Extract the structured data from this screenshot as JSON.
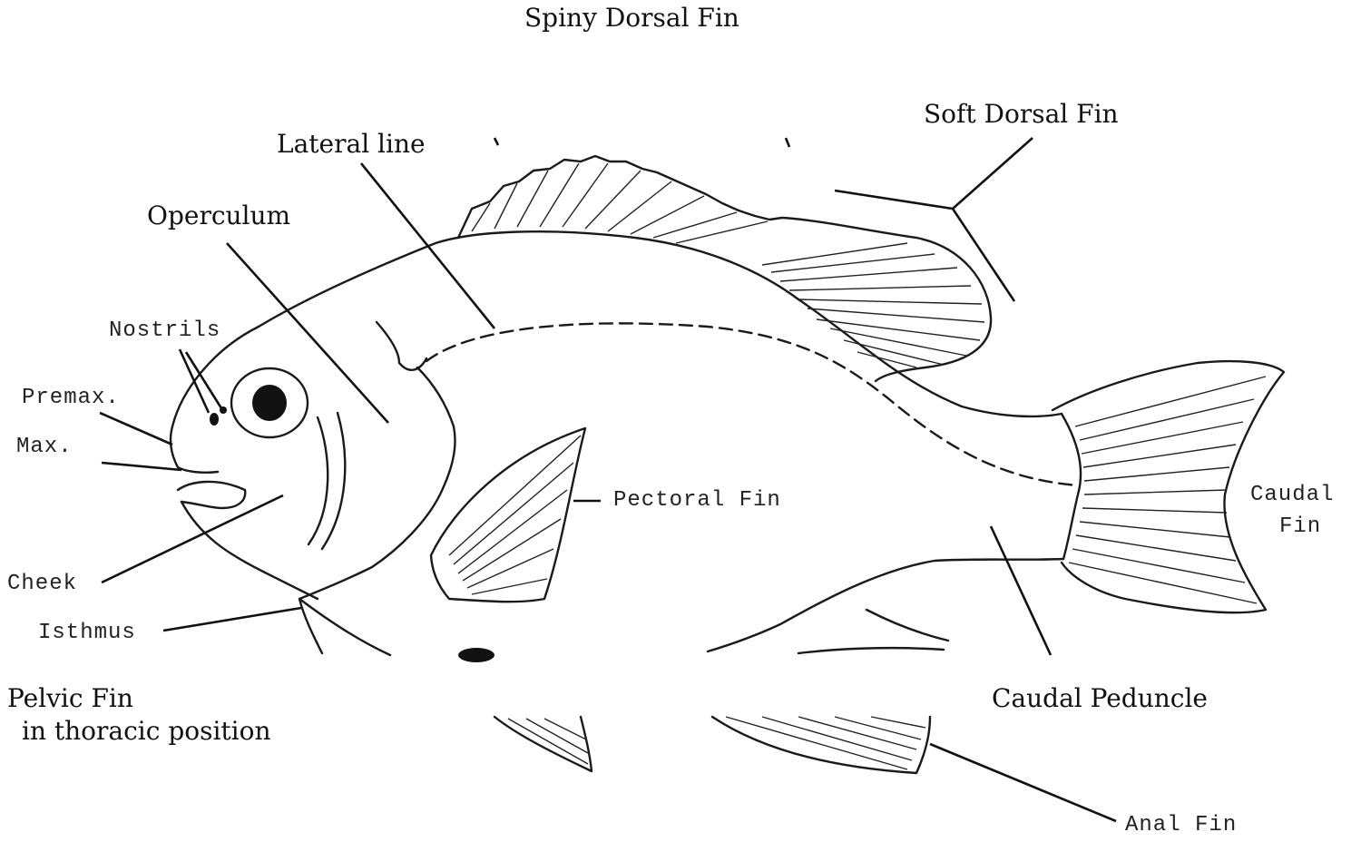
{
  "labels": {
    "spiny_dorsal_fin": "Spiny Dorsal Fin",
    "soft_dorsal_fin": "Soft Dorsal Fin",
    "lateral_line": "Lateral line",
    "operculum": "Operculum",
    "nostrils": "Nostrils",
    "premax": "Premax.",
    "max": "Max.",
    "pectoral_fin": "Pectoral Fin",
    "caudal_fin_line1": "Caudal",
    "caudal_fin_line2": "Fin",
    "cheek": "Cheek",
    "isthmus": "Isthmus",
    "pelvic_fin_line1": "Pelvic Fin",
    "pelvic_fin_line2": "in thoracic position",
    "caudal_peduncle": "Caudal Peduncle",
    "anal_fin": "Anal Fin"
  },
  "colors": {
    "ink": "#1a1a1a",
    "background": "#ffffff"
  }
}
